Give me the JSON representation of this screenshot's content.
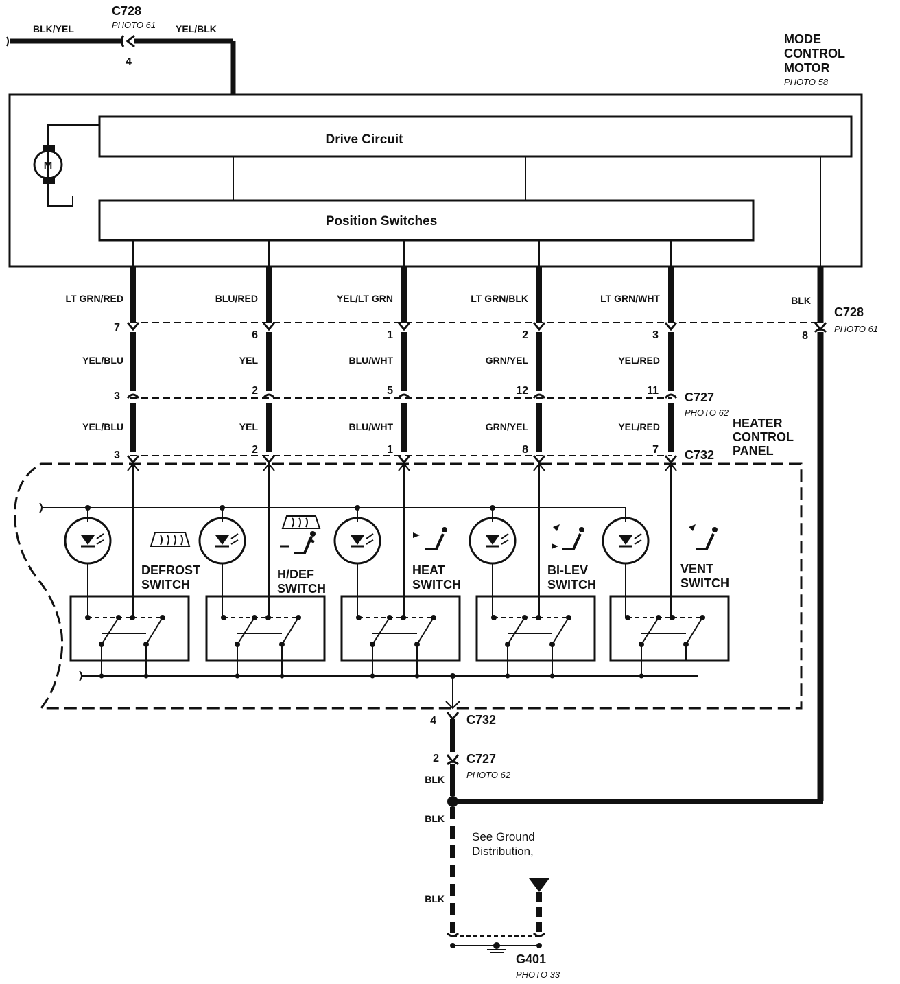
{
  "top": {
    "wire_left": "BLK/YEL",
    "wire_right": "YEL/BLK",
    "connector": "C728",
    "connector_photo": "PHOTO 61",
    "connector_pin": "4"
  },
  "motor": {
    "title": [
      "MODE",
      "CONTROL",
      "MOTOR"
    ],
    "photo": "PHOTO 58",
    "motor_symbol": "M",
    "drive_circuit": "Drive Circuit",
    "position_switches": "Position Switches"
  },
  "connectors": {
    "c728_name": "C728",
    "c728_photo": "PHOTO 61",
    "c727_name": "C727",
    "c727_photo": "PHOTO 62",
    "c732_name": "C732"
  },
  "panel": {
    "title": [
      "HEATER",
      "CONTROL",
      "PANEL"
    ]
  },
  "columns": [
    {
      "wire_top": "LT GRN/RED",
      "pin_c728": "7",
      "wire_mid": "YEL/BLU",
      "pin_c727": "3",
      "wire_low": "YEL/BLU",
      "pin_c732": "3",
      "switch": [
        "DEFROST",
        "SWITCH"
      ]
    },
    {
      "wire_top": "BLU/RED",
      "pin_c728": "6",
      "wire_mid": "YEL",
      "pin_c727": "2",
      "wire_low": "YEL",
      "pin_c732": "2",
      "switch": [
        "H/DEF",
        "SWITCH"
      ]
    },
    {
      "wire_top": "YEL/LT GRN",
      "pin_c728": "1",
      "wire_mid": "BLU/WHT",
      "pin_c727": "5",
      "wire_low": "BLU/WHT",
      "pin_c732": "1",
      "switch": [
        "HEAT",
        "SWITCH"
      ]
    },
    {
      "wire_top": "LT GRN/BLK",
      "pin_c728": "2",
      "wire_mid": "GRN/YEL",
      "pin_c727": "12",
      "wire_low": "GRN/YEL",
      "pin_c732": "8",
      "switch": [
        "BI-LEV",
        "SWITCH"
      ]
    },
    {
      "wire_top": "LT GRN/WHT",
      "pin_c728": "3",
      "wire_mid": "YEL/RED",
      "pin_c727": "11",
      "wire_low": "YEL/RED",
      "pin_c732": "7",
      "switch": [
        "VENT",
        "SWITCH"
      ]
    }
  ],
  "blk_wire": {
    "label": "BLK",
    "pin_c728": "8"
  },
  "ground": {
    "pin_c732": "4",
    "pin_c727": "2",
    "wire_1": "BLK",
    "wire_2": "BLK",
    "wire_3": "BLK",
    "note": [
      "See Ground",
      "Distribution,"
    ],
    "name": "G401",
    "photo": "PHOTO 33"
  }
}
